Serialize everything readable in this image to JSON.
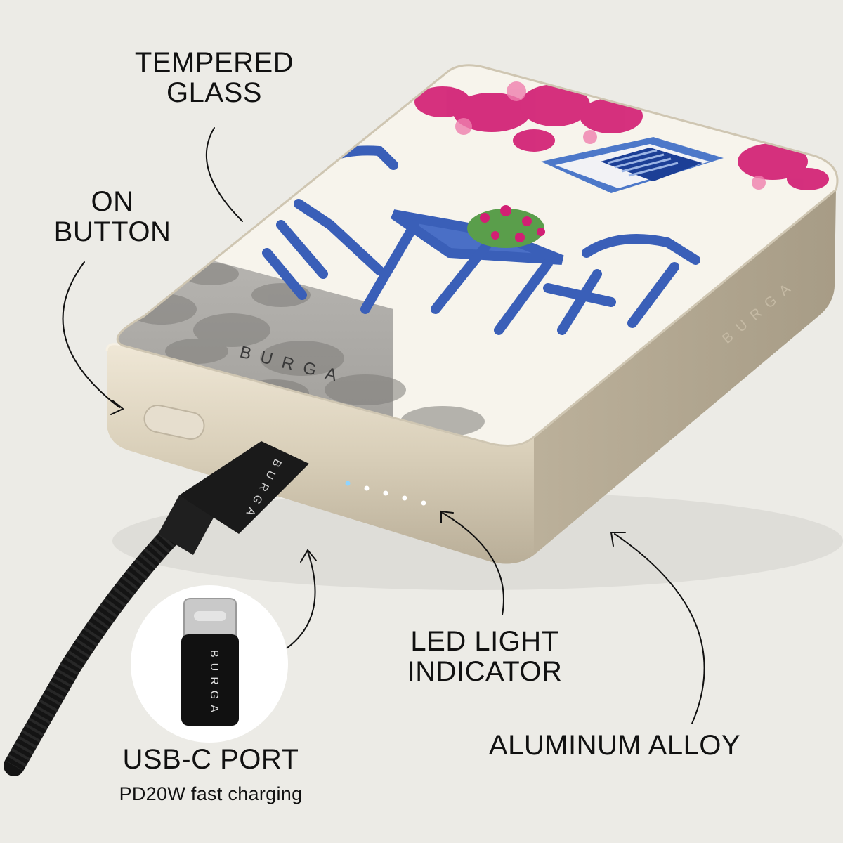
{
  "callouts": {
    "tempered_glass": {
      "line1": "TEMPERED",
      "line2": "GLASS"
    },
    "on_button": {
      "line1": "ON",
      "line2": "BUTTON"
    },
    "led_light": {
      "line1": "LED LIGHT",
      "line2": "INDICATOR"
    },
    "aluminum": "ALUMINUM ALLOY",
    "usb_port": {
      "title": "USB-C PORT",
      "subtitle": "PD20W fast charging"
    }
  },
  "brand": "BURGA",
  "led_count": 5,
  "colors": {
    "background": "#ecebe6",
    "body_gold": "#d8cfbc",
    "chair_blue": "#3a5fb8",
    "flower_magenta": "#d21f74",
    "cable_black": "#141414"
  },
  "icons": [
    "usb-c-connector-icon",
    "arrow-icon"
  ]
}
